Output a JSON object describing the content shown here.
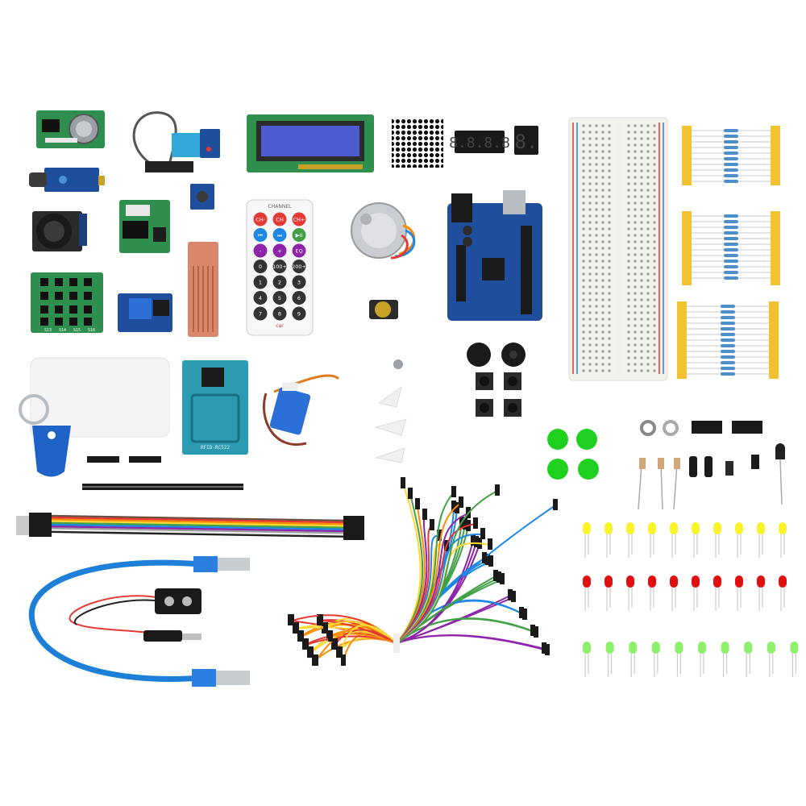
{
  "remote": {
    "header": "CHANNEL",
    "keys": [
      "CH-",
      "CH",
      "CH+",
      "⏮",
      "⏭",
      "▶II",
      "-",
      "+",
      "EQ",
      "0",
      "100+",
      "200+",
      "1",
      "2",
      "3",
      "4",
      "5",
      "6",
      "7",
      "8",
      "9"
    ]
  },
  "rfid": {
    "label": "RFID-RC522"
  },
  "display": {
    "four_digit": "8.8.8.8",
    "single_digit": "8."
  },
  "keypad": {
    "labels": [
      "S13",
      "S14",
      "S15",
      "S16"
    ]
  },
  "colors": {
    "pcb_blue": "#1f4f9c",
    "pcb_green": "#2f8f4e",
    "lcd_blue": "#4d5bd1",
    "breadboard": "#f2f1ec",
    "resistor_tape": "#f1c232",
    "jumper_wires": [
      "#e53935",
      "#1e88e5",
      "#fdd835",
      "#43a047",
      "#fb8c00",
      "#8e24aa"
    ]
  }
}
